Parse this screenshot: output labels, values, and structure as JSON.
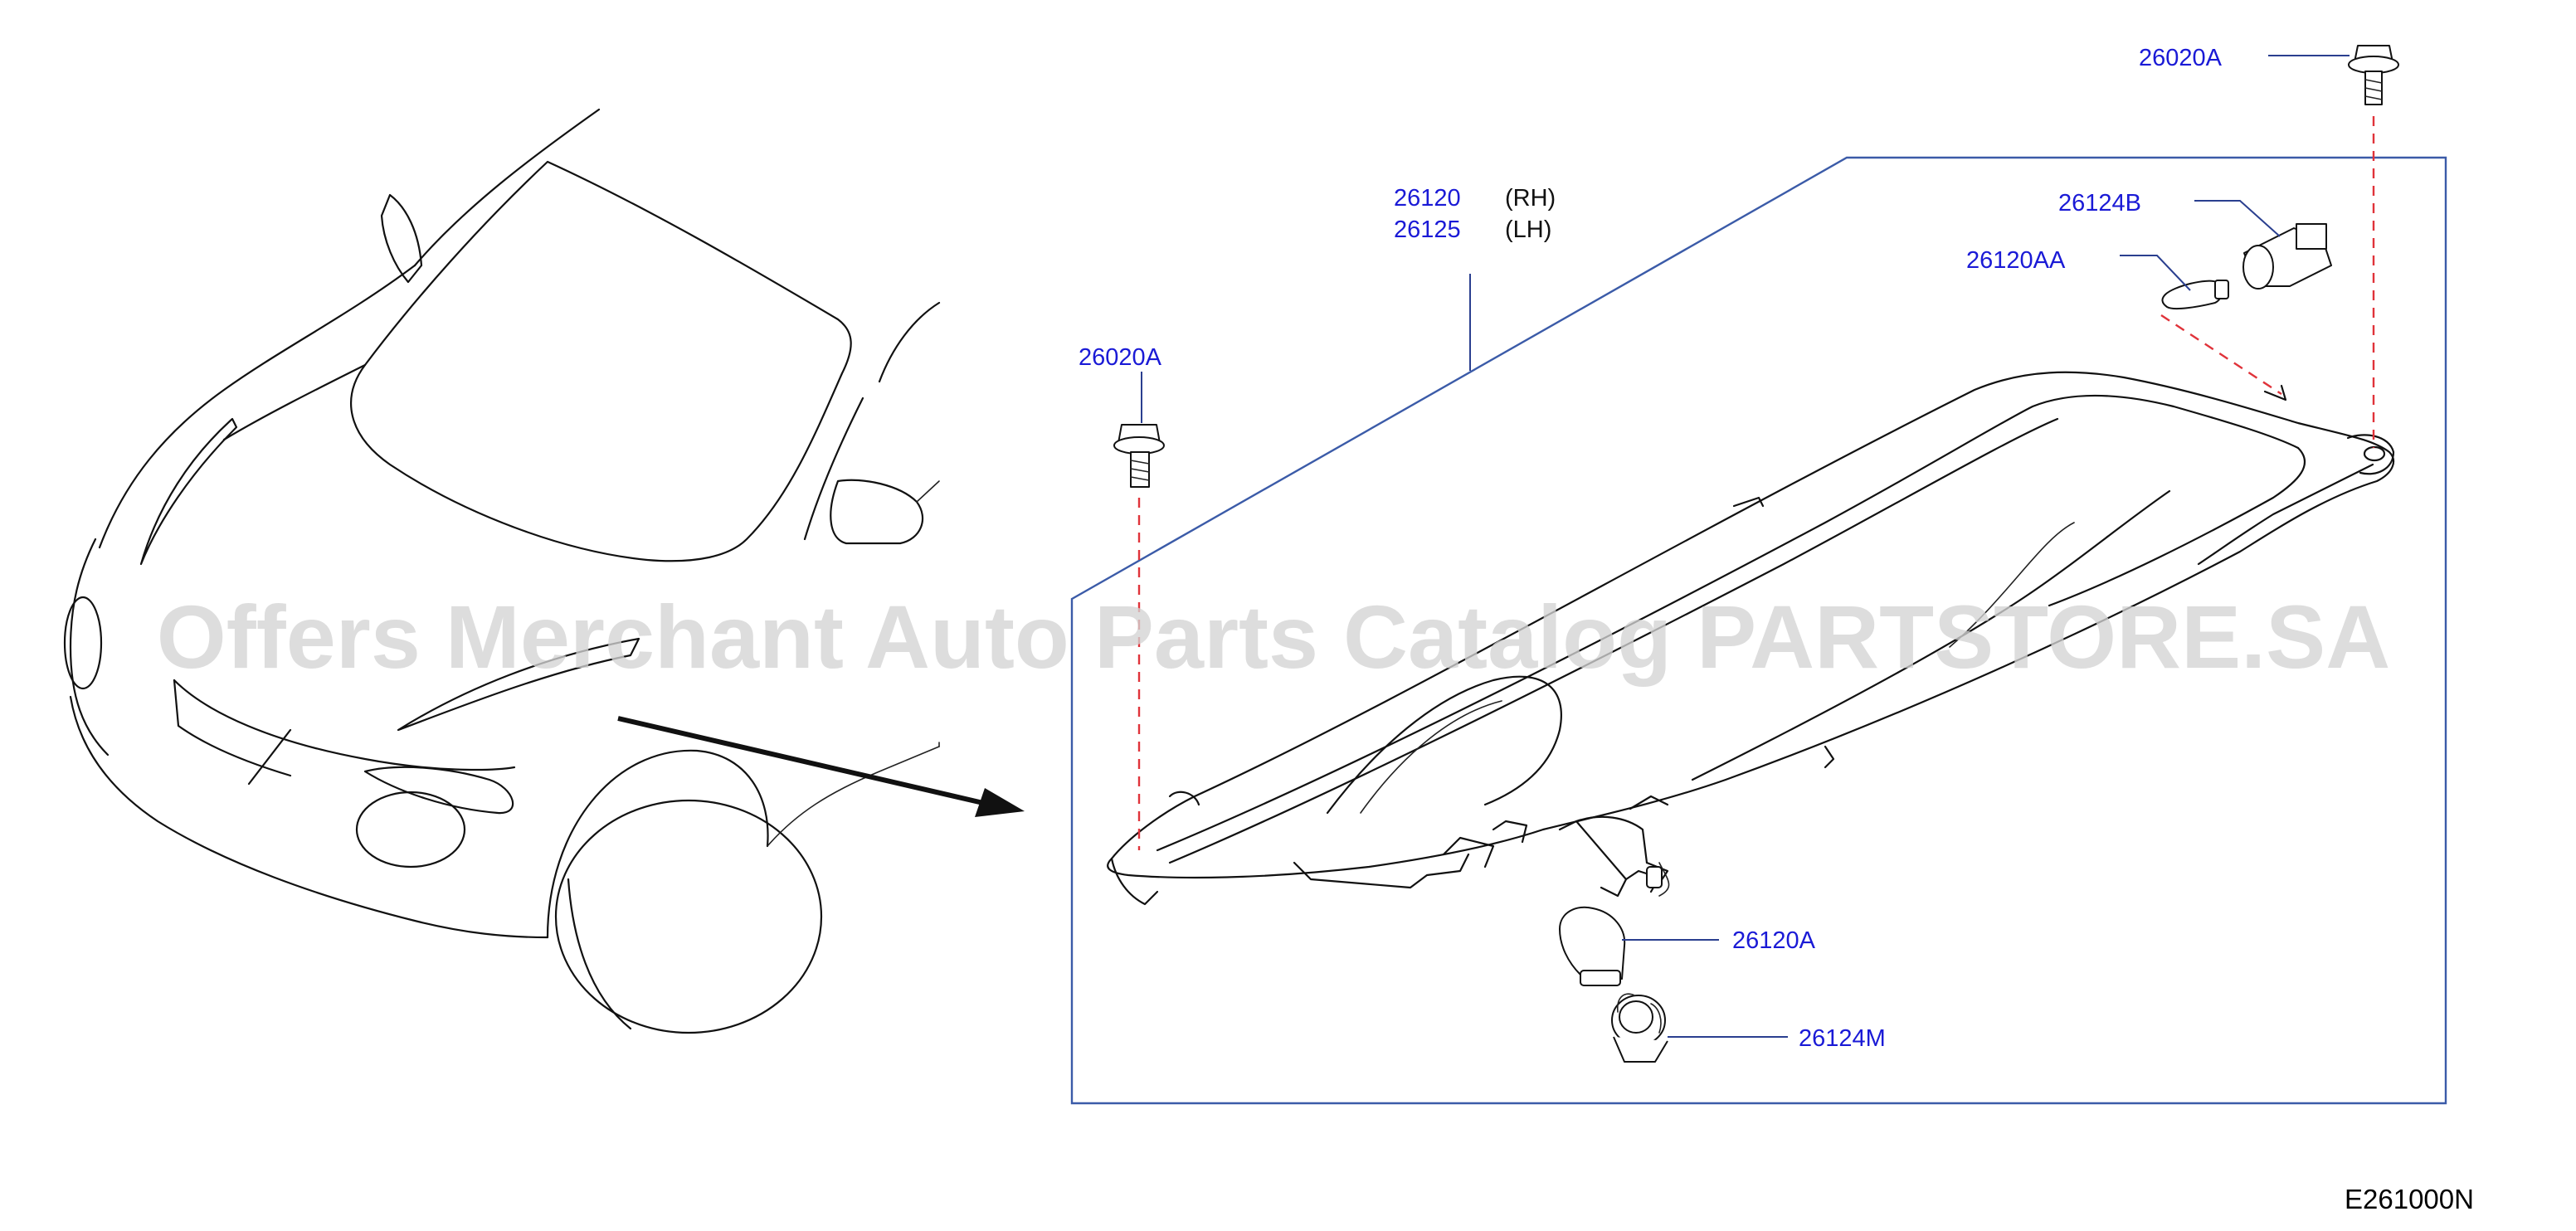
{
  "diagram": {
    "watermark": "Offers Merchant Auto Parts Catalog PARTSTORE.SA",
    "diagram_code": "E261000N",
    "parts": {
      "bolt_top": "26020A",
      "bulb_socket_small": "26124B",
      "bulb_small": "26120AA",
      "bolt_left": "26020A",
      "headlamp_rh": "26120",
      "headlamp_lh": "26125",
      "bulb_large": "26120A",
      "bulb_socket_large": "26124M"
    },
    "sides": {
      "rh": "(RH)",
      "lh": "(LH)"
    },
    "colors": {
      "part_label": "#1a1ad6",
      "frame": "#3b5ba8",
      "dashed_guide": "#e0333a",
      "watermark": "#d4d4d4"
    }
  }
}
